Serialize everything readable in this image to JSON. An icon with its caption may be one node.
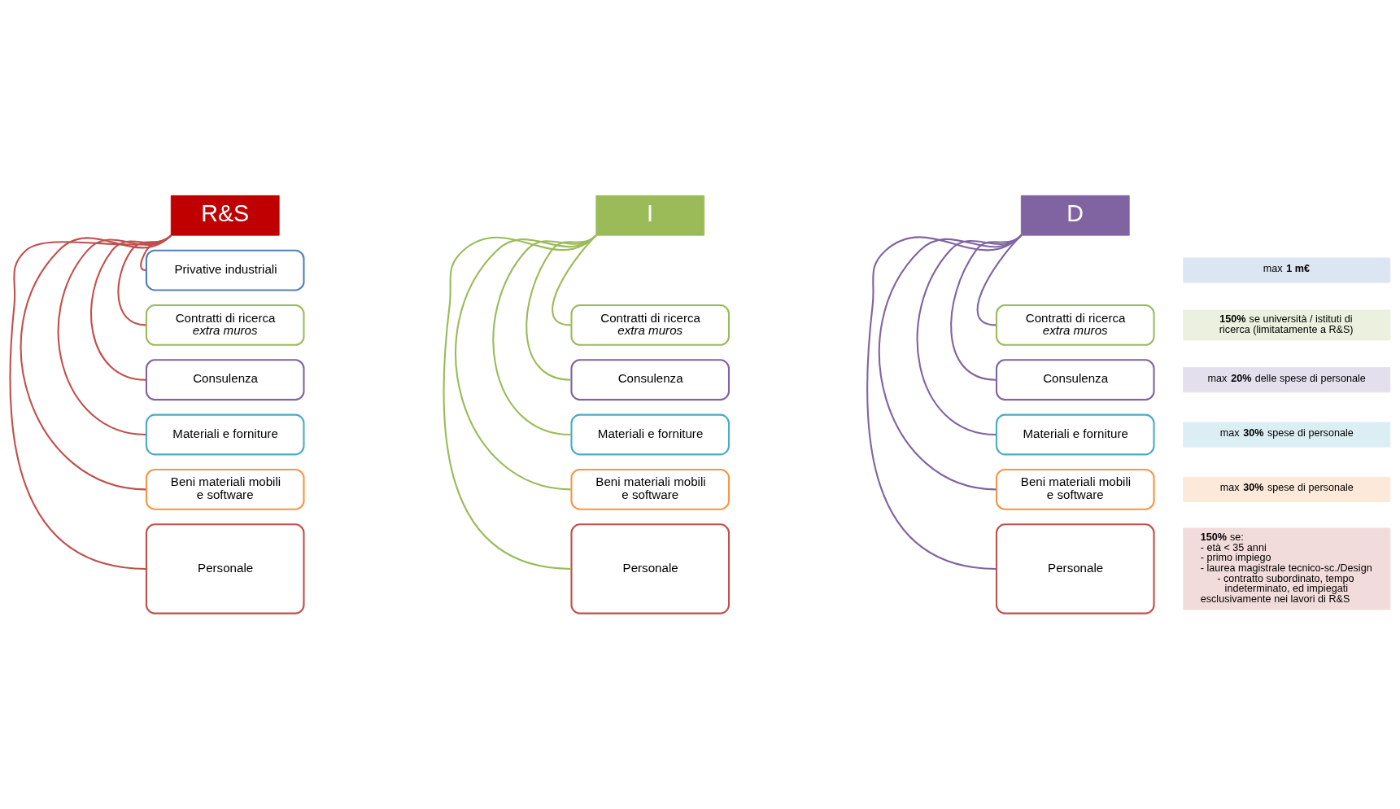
{
  "diagram": {
    "nodes": [
      {
        "text": [
          "R&S"
        ]
      },
      {
        "text": [
          "Privative industriali"
        ]
      },
      {
        "text": [
          "Contratti di ricerca",
          "extra muros"
        ]
      },
      {
        "text": [
          "Consulenza"
        ]
      },
      {
        "text": [
          "Materiali e forniture"
        ]
      },
      {
        "text": [
          "Beni materiali mobili e software"
        ]
      },
      {
        "text": [
          "Personale"
        ]
      },
      {
        "text": [
          "I"
        ]
      },
      {
        "text": [
          "Contratti di ricerca",
          "extra muros"
        ]
      },
      {
        "text": [
          "Consulenza"
        ]
      },
      {
        "text": [
          "Materiali e forniture"
        ]
      },
      {
        "text": [
          "Beni materiali mobili e software"
        ]
      },
      {
        "text": [
          "Personale"
        ]
      },
      {
        "text": [
          "D"
        ]
      },
      {
        "text": [
          "Contratti di ricerca",
          "extra muros"
        ]
      },
      {
        "text": [
          "Consulenza"
        ]
      },
      {
        "text": [
          "Materiali e forniture"
        ]
      },
      {
        "text": [
          "Beni materiali mobili e software"
        ]
      },
      {
        "text": [
          "Personale"
        ]
      },
      {
        "text": [
          "max **1 m€**"
        ]
      },
      {
        "text": [
          "**150%** se università / istituti di ricerca (limitatamente a R&S)"
        ]
      },
      {
        "text": [
          "max **20%** delle spese di personale"
        ]
      },
      {
        "text": [
          "max **30%** spese di personale"
        ]
      },
      {
        "text": [
          "max **30%** spese di personale"
        ]
      },
      {
        "text": [
          "**150%** se:",
          "- età < 35 anni",
          "- primo impiego",
          "- laurea magistrale tecnico-sc./Design",
          "- contratto subordinato, tempo indeterminato, ed impiegati esclusivamente nei lavori di R&S"
        ]
      }
    ],
    "edges": [
      {
        "from": 0,
        "to": 1,
        "arrow": "none",
        "color": "#c0504d"
      },
      {
        "from": 0,
        "to": 2,
        "arrow": "none",
        "color": "#c0504d"
      },
      {
        "from": 0,
        "to": 3,
        "arrow": "none",
        "color": "#c0504d"
      },
      {
        "from": 0,
        "to": 4,
        "arrow": "none",
        "color": "#c0504d"
      },
      {
        "from": 0,
        "to": 5,
        "arrow": "none",
        "color": "#c0504d"
      },
      {
        "from": 0,
        "to": 6,
        "arrow": "none",
        "color": "#c0504d"
      },
      {
        "from": 7,
        "to": 8,
        "arrow": "none",
        "color": "#9bbb59"
      },
      {
        "from": 7,
        "to": 9,
        "arrow": "none",
        "color": "#9bbb59"
      },
      {
        "from": 7,
        "to": 10,
        "arrow": "none",
        "color": "#9bbb59"
      },
      {
        "from": 7,
        "to": 11,
        "arrow": "none",
        "color": "#9bbb59"
      },
      {
        "from": 7,
        "to": 12,
        "arrow": "none",
        "color": "#9bbb59"
      },
      {
        "from": 13,
        "to": 14,
        "arrow": "none",
        "color": "#8064a2"
      },
      {
        "from": 13,
        "to": 15,
        "arrow": "none",
        "color": "#8064a2"
      },
      {
        "from": 13,
        "to": 16,
        "arrow": "none",
        "color": "#8064a2"
      },
      {
        "from": 13,
        "to": 17,
        "arrow": "none",
        "color": "#8064a2"
      },
      {
        "from": 13,
        "to": 18,
        "arrow": "none",
        "color": "#8064a2"
      }
    ]
  }
}
